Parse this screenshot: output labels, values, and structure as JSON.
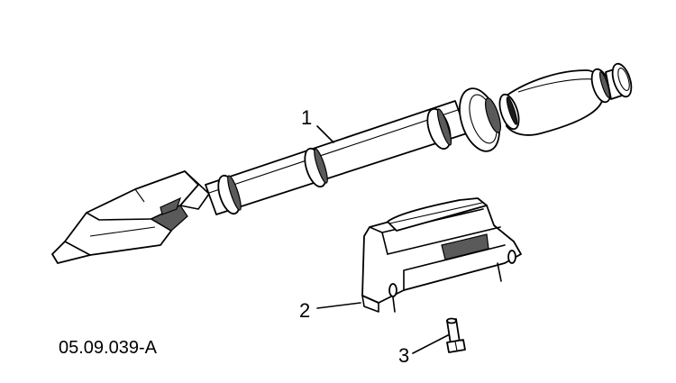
{
  "diagram": {
    "reference_code": "05.09.039-A",
    "callouts": [
      {
        "number": "1"
      },
      {
        "number": "2"
      },
      {
        "number": "3"
      }
    ]
  }
}
